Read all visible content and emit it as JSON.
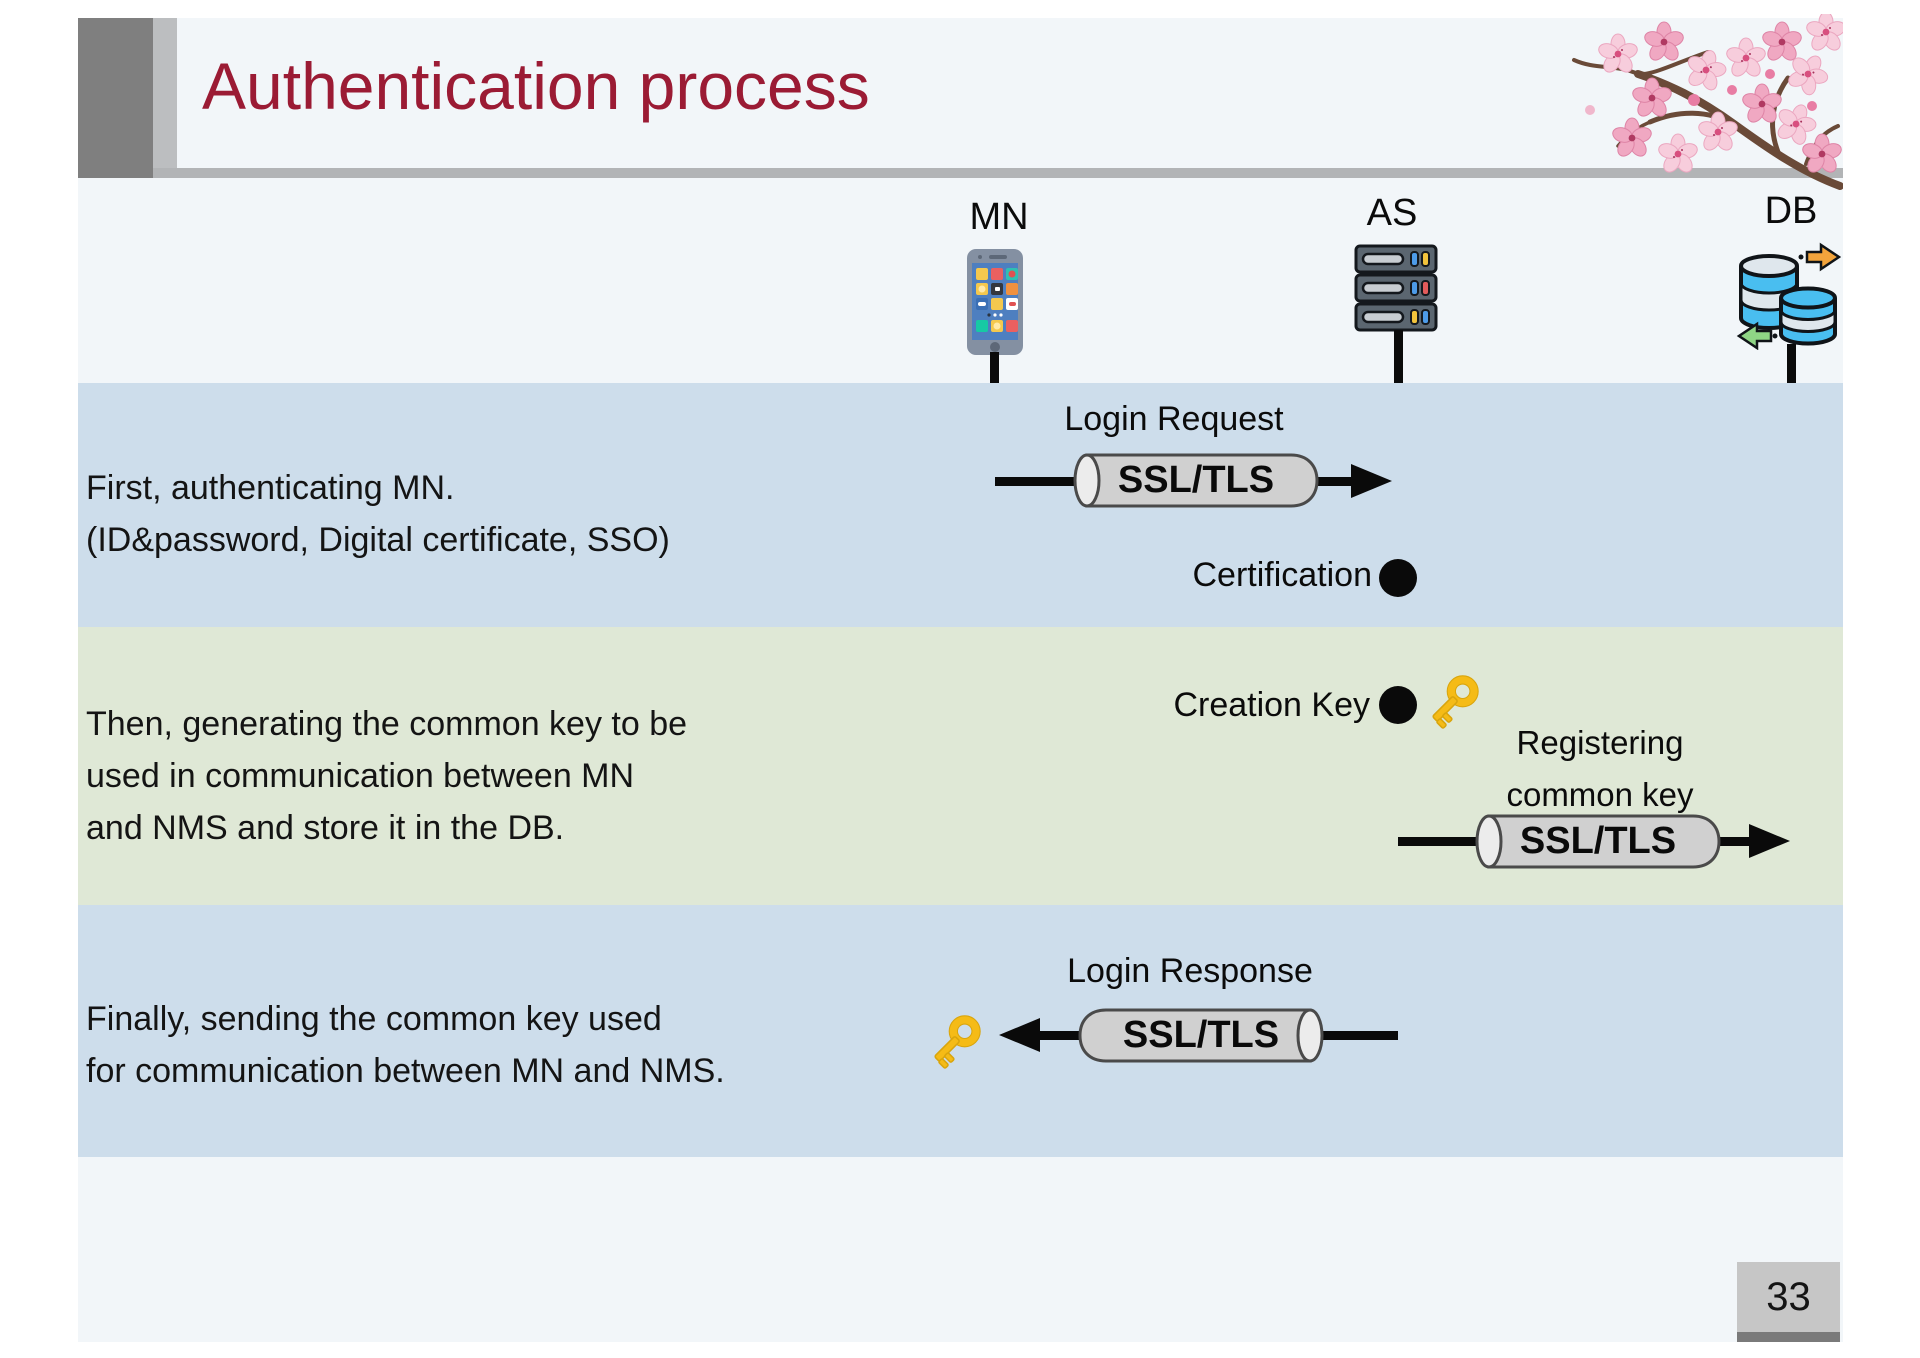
{
  "title": "Authentication process",
  "page_number": "33",
  "colors": {
    "title_accent": "#9b1b34",
    "band_blue": "#cdddeb",
    "band_green": "#dfe8d6",
    "header_gray_dark": "#7f7f7f",
    "header_gray_light": "#bcbec0",
    "tunnel_fill": "#d0d0d0",
    "key_gold": "#f5bb16"
  },
  "actors": [
    {
      "label": "MN",
      "icon": "smartphone-icon"
    },
    {
      "label": "AS",
      "icon": "server-icon"
    },
    {
      "label": "DB",
      "icon": "database-icon"
    }
  ],
  "bands": [
    {
      "lines": [
        "First, authenticating MN.",
        "(ID&password, Digital certificate, SSO)"
      ]
    },
    {
      "lines": [
        "Then, generating the common key to be",
        "used in communication between MN",
        "and NMS and store it in the DB."
      ]
    },
    {
      "lines": [
        "Finally, sending the common key used",
        "for communication between MN and NMS."
      ]
    }
  ],
  "messages": {
    "login_request": "Login Request",
    "tunnel_label": "SSL/TLS",
    "certification": "Certification",
    "creation_key": "Creation Key",
    "registering_line1": "Registering",
    "registering_line2": "common key",
    "login_response": "Login Response"
  }
}
